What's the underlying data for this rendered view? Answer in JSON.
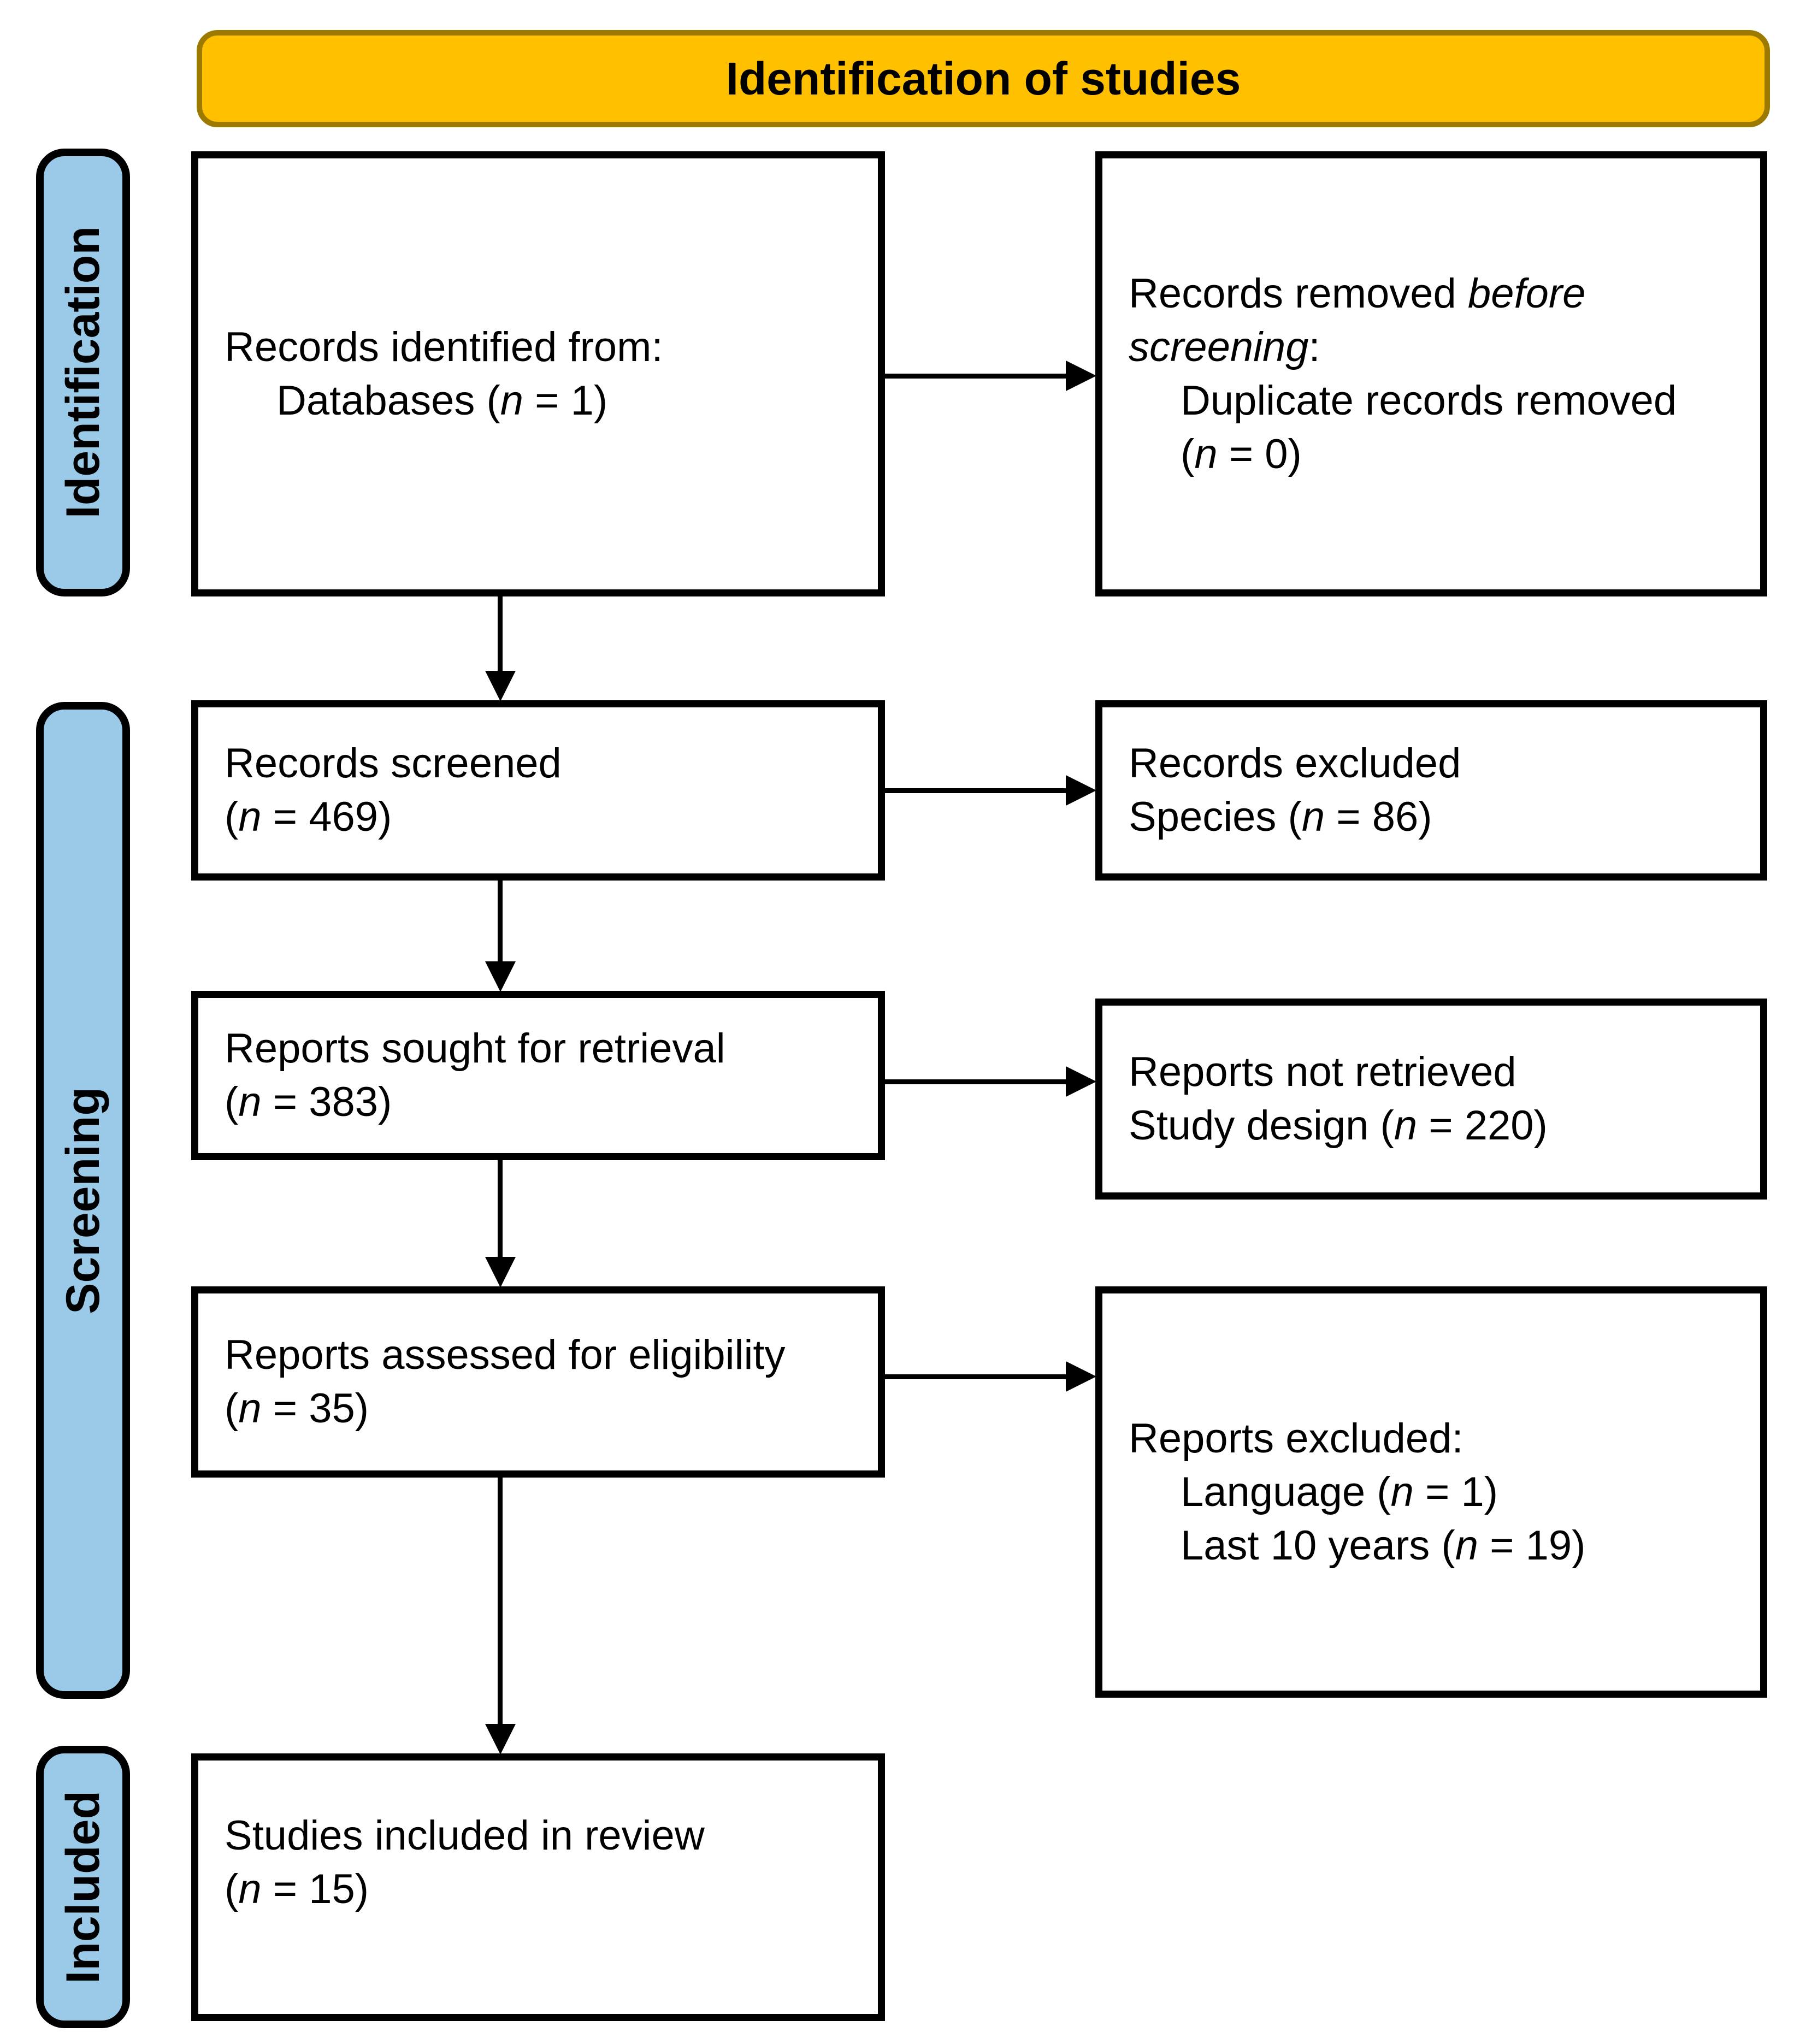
{
  "banner": {
    "title": "Identification of studies"
  },
  "stages": {
    "identification": "Identification",
    "screening": "Screening",
    "included": "Included"
  },
  "boxes": {
    "records_identified": {
      "line1": "Records identified from:",
      "line2_pre": "Databases (",
      "line2_var": "n",
      "line2_post": " = 1)"
    },
    "records_removed": {
      "line1_pre": "Records removed ",
      "line1_it": "before",
      "line2_it": "screening",
      "line2_post": ":",
      "line3": "Duplicate records removed",
      "line4_pre": "(",
      "line4_var": "n",
      "line4_post": " = 0)"
    },
    "records_screened": {
      "line1": "Records screened",
      "line2_pre": "(",
      "line2_var": "n",
      "line2_post": " = 469)"
    },
    "records_excluded": {
      "line1": "Records excluded",
      "line2_pre": "Species (",
      "line2_var": "n",
      "line2_post": " = 86)"
    },
    "reports_sought": {
      "line1": "Reports sought for retrieval",
      "line2_pre": "(",
      "line2_var": "n",
      "line2_post": " = 383)"
    },
    "reports_not_retrieved": {
      "line1": "Reports not retrieved",
      "line2_pre": "Study design (",
      "line2_var": "n",
      "line2_post": " = 220)"
    },
    "reports_assessed": {
      "line1": "Reports assessed for eligibility",
      "line2_pre": "(",
      "line2_var": "n",
      "line2_post": " = 35)"
    },
    "reports_excluded": {
      "line1": "Reports excluded:",
      "line2_pre": "Language (",
      "line2_var": "n",
      "line2_post": " = 1)",
      "line3_pre": "Last 10 years (",
      "line3_var": "n",
      "line3_post": " = 19)"
    },
    "studies_included": {
      "line1": "Studies included in review",
      "line2_pre": "(",
      "line2_var": "n",
      "line2_post": " = 15)"
    }
  },
  "colors": {
    "banner_fill": "#FFC000",
    "banner_border": "#9C7A00",
    "stage_fill": "#9ACAE8",
    "ink": "#000000"
  }
}
